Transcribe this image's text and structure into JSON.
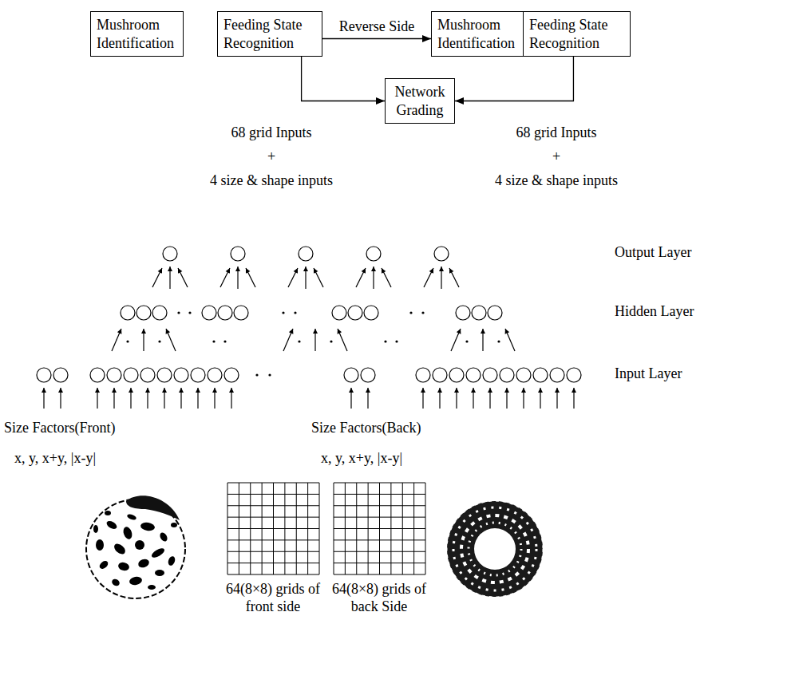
{
  "diagram": {
    "nodes": [
      {
        "text": [
          "Mushroom Identification"
        ]
      },
      {
        "text": [
          "Feeding State Recognition"
        ]
      },
      {
        "text": [
          "Mushroom Identification"
        ]
      },
      {
        "text": [
          "Feeding State Recognition"
        ]
      },
      {
        "text": [
          "Network Grading"
        ]
      }
    ],
    "edges": [
      {
        "from": 1,
        "to": 2,
        "arrow": "to",
        "label": "Reverse Side"
      },
      {
        "from": 1,
        "to": 4,
        "arrow": "to"
      },
      {
        "from": 3,
        "to": 4,
        "arrow": "to"
      }
    ],
    "labels": [
      "68 grid Inputs",
      "+",
      "4 size & shape inputs",
      "68 grid Inputs",
      "+",
      "4 size & shape inputs",
      "Output Layer",
      "Hidden Layer",
      "Input Layer",
      "Size Factors(Front)",
      "x, y, x+y, |x-y|",
      "Size Factors(Back)",
      "x, y, x+y, |x-y|",
      "64(8×8) grids of front side",
      "64(8×8) grids of back Side"
    ]
  }
}
